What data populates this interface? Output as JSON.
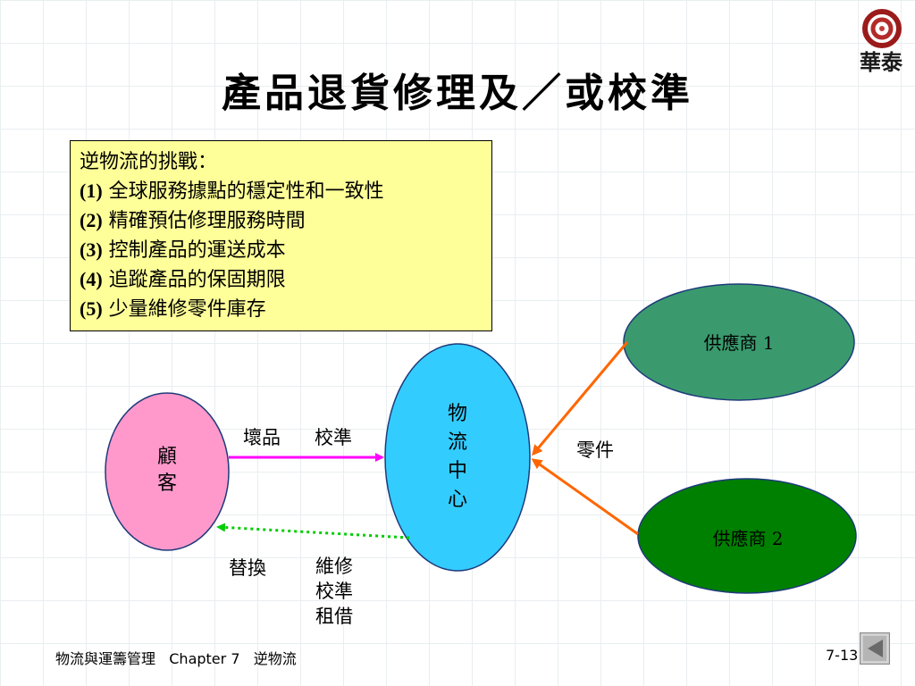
{
  "title": "產品退貨修理及／或校準",
  "logo": {
    "label": "華泰"
  },
  "challenges": {
    "heading": "逆物流的挑戰：",
    "items": [
      {
        "num": "(1)",
        "text": "全球服務據點的穩定性和一致性"
      },
      {
        "num": "(2)",
        "text": "精確預估修理服務時間"
      },
      {
        "num": "(3)",
        "text": "控制產品的運送成本"
      },
      {
        "num": "(4)",
        "text": "追蹤產品的保固期限"
      },
      {
        "num": "(5)",
        "text": "少量維修零件庫存"
      }
    ]
  },
  "nodes": {
    "customer": {
      "line1": "顧",
      "line2": "客",
      "color": "#ff99cc"
    },
    "logistics_center": {
      "c1": "物",
      "c2": "流",
      "c3": "中",
      "c4": "心",
      "color": "#33ccff"
    },
    "supplier1": {
      "label": "供應商  1",
      "color": "#3a9a6e"
    },
    "supplier2": {
      "label": "供應商  2",
      "color": "#008000"
    }
  },
  "edge_labels": {
    "defective": "壞品",
    "calibration": "校準",
    "parts": "零件",
    "replacement": "替換",
    "services": {
      "l1": "維修",
      "l2": "校準",
      "l3": "租借"
    }
  },
  "colors": {
    "forward_arrow": "#ff00ff",
    "return_arrow": "#00cc00",
    "supplier_arrow": "#ff6600",
    "box_fill": "#ffff99"
  },
  "footer": {
    "course": "物流與運籌管理   Chapter 7   逆物流",
    "page": "7-13"
  },
  "nav": {
    "back_icon": "triangle-left-icon"
  }
}
